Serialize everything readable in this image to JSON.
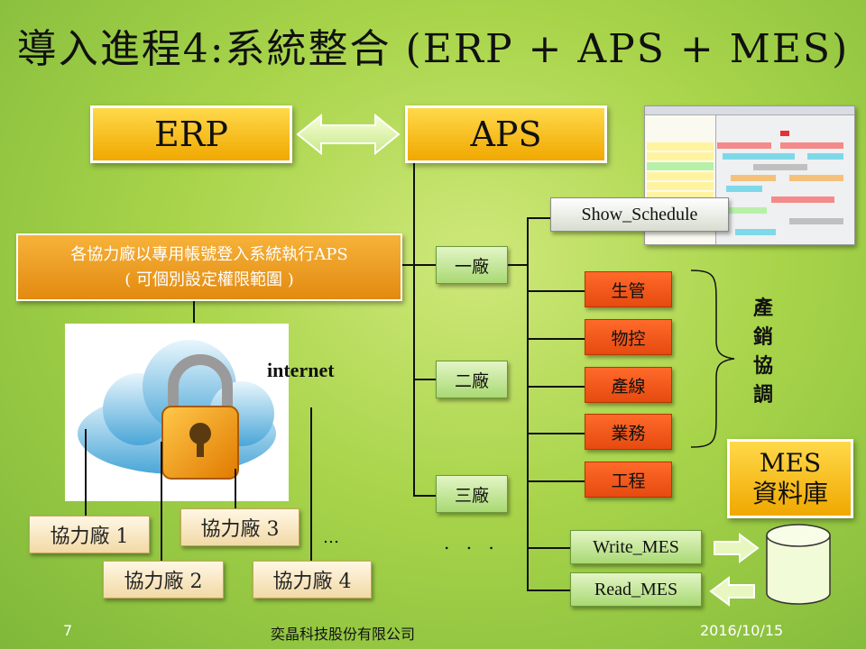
{
  "title": "導入進程4:系統整合 (ERP + APS + MES)",
  "erp_label": "ERP",
  "aps_label": "APS",
  "notice_line1": "各協力廠以專用帳號登入系統執行APS",
  "notice_line2": "( 可個別設定權限範圍 )",
  "internet_label": "internet",
  "factory_boxes": [
    "協力廠 1",
    "協力廠 2",
    "協力廠 3",
    "協力廠 4"
  ],
  "ellipsis_left": "…",
  "ellipsis_mid": ". . .",
  "plants": [
    "一廠",
    "二廠",
    "三廠"
  ],
  "show_schedule": "Show_Schedule",
  "dept_boxes": [
    "生管",
    "物控",
    "產線",
    "業務",
    "工程"
  ],
  "vertical_label": [
    "產",
    "銷",
    "協",
    "調"
  ],
  "mes_box_line1": "MES",
  "mes_box_line2": "資料庫",
  "write_mes": "Write_MES",
  "read_mes": "Read_MES",
  "footer": {
    "page_number": "7",
    "company": "奕晶科技股份有限公司",
    "date": "2016/10/15"
  },
  "colors": {
    "accent_yellow": "#f0a800",
    "dept_orange": "#ff5a1a",
    "bg_green": "#a8d44a"
  }
}
